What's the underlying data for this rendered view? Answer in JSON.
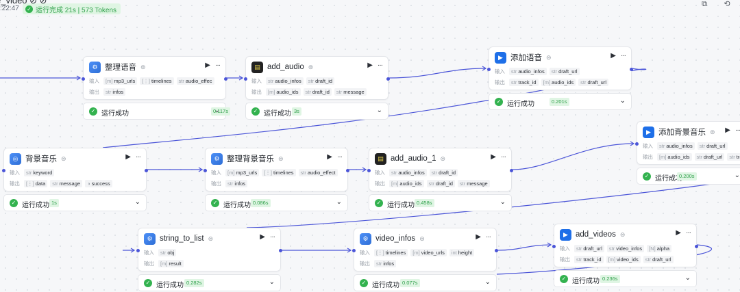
{
  "toolbar": {
    "title_fragment": "e_video ⊘ ⊘",
    "time_fragment": ":22:47",
    "status": "运行完成 21s | 573 Tokens",
    "copy_icon": "copy-icon",
    "history_icon": "history-icon"
  },
  "labels": {
    "input": "输入",
    "output": "输出",
    "success": "运行成功",
    "more": "···"
  },
  "nodes": {
    "n1": {
      "title": "整理语音",
      "icon": "code-icon",
      "inputs": [
        {
          "t": "[m]",
          "n": "mp3_urls"
        },
        {
          "t": "[⋮]",
          "n": "timelines"
        },
        {
          "t": "str",
          "n": "audio_effec"
        }
      ],
      "outputs": [
        {
          "t": "str",
          "n": "infos"
        }
      ],
      "time": "0.117s"
    },
    "n2": {
      "title": "add_audio",
      "icon": "film-icon",
      "inputs": [
        {
          "t": "str",
          "n": "audio_infos"
        },
        {
          "t": "str",
          "n": "draft_id"
        }
      ],
      "outputs": [
        {
          "t": "[m]",
          "n": "audio_ids"
        },
        {
          "t": "str",
          "n": "draft_id"
        },
        {
          "t": "str",
          "n": "message"
        }
      ],
      "time": "3s"
    },
    "n3": {
      "title": "添加语音",
      "icon": "play-icon",
      "inputs": [
        {
          "t": "str",
          "n": "audio_infos"
        },
        {
          "t": "str",
          "n": "draft_url"
        }
      ],
      "outputs": [
        {
          "t": "str",
          "n": "track_id"
        },
        {
          "t": "[m]",
          "n": "audio_ids"
        },
        {
          "t": "str",
          "n": "draft_url"
        }
      ],
      "time": "0.201s"
    },
    "n4": {
      "title": "背景音乐",
      "icon": "plugin-icon",
      "inputs": [
        {
          "t": "str",
          "n": "keyword"
        }
      ],
      "outputs": [
        {
          "t": "[⋮]",
          "n": "data"
        },
        {
          "t": "str",
          "n": "message"
        },
        {
          "t": "◑",
          "n": "success"
        }
      ],
      "time": "1s"
    },
    "n5": {
      "title": "整理背景音乐",
      "icon": "code-icon",
      "inputs": [
        {
          "t": "[m]",
          "n": "mp3_urls"
        },
        {
          "t": "[⋮]",
          "n": "timelines"
        },
        {
          "t": "str",
          "n": "audio_effect"
        }
      ],
      "outputs": [
        {
          "t": "str",
          "n": "infos"
        }
      ],
      "time": "0.086s"
    },
    "n6": {
      "title": "add_audio_1",
      "icon": "film-icon",
      "inputs": [
        {
          "t": "str",
          "n": "audio_infos"
        },
        {
          "t": "str",
          "n": "draft_id"
        }
      ],
      "outputs": [
        {
          "t": "[m]",
          "n": "audio_ids"
        },
        {
          "t": "str",
          "n": "draft_id"
        },
        {
          "t": "str",
          "n": "message"
        }
      ],
      "time": "0.458s"
    },
    "n7": {
      "title": "添加背景音乐",
      "icon": "play-icon",
      "inputs": [
        {
          "t": "str",
          "n": "audio_infos"
        },
        {
          "t": "str",
          "n": "draft_url"
        }
      ],
      "outputs": [
        {
          "t": "[m]",
          "n": "audio_ids"
        },
        {
          "t": "str",
          "n": "draft_url"
        },
        {
          "t": "str",
          "n": "track_"
        }
      ],
      "time": "0.200s"
    },
    "n8": {
      "title": "string_to_list",
      "icon": "code-icon",
      "inputs": [
        {
          "t": "str",
          "n": "obj"
        }
      ],
      "outputs": [
        {
          "t": "[m]",
          "n": "result"
        }
      ],
      "time": "0.282s"
    },
    "n9": {
      "title": "video_infos",
      "icon": "code-icon",
      "inputs": [
        {
          "t": "[⋮]",
          "n": "timelines"
        },
        {
          "t": "[m]",
          "n": "video_urls"
        },
        {
          "t": "int",
          "n": "height"
        }
      ],
      "outputs": [
        {
          "t": "str",
          "n": "infos"
        }
      ],
      "time": "0.077s"
    },
    "n10": {
      "title": "add_videos",
      "icon": "play-icon",
      "inputs": [
        {
          "t": "str",
          "n": "draft_url"
        },
        {
          "t": "str",
          "n": "video_infos"
        },
        {
          "t": "[N]",
          "n": "alpha"
        }
      ],
      "outputs": [
        {
          "t": "str",
          "n": "track_id"
        },
        {
          "t": "[m]",
          "n": "video_ids"
        },
        {
          "t": "str",
          "n": "draft_url"
        }
      ],
      "time": "0.236s"
    }
  },
  "colors": {
    "edge": "#4b55d8",
    "success": "#33b24f",
    "success_bg": "#dff5e3"
  }
}
